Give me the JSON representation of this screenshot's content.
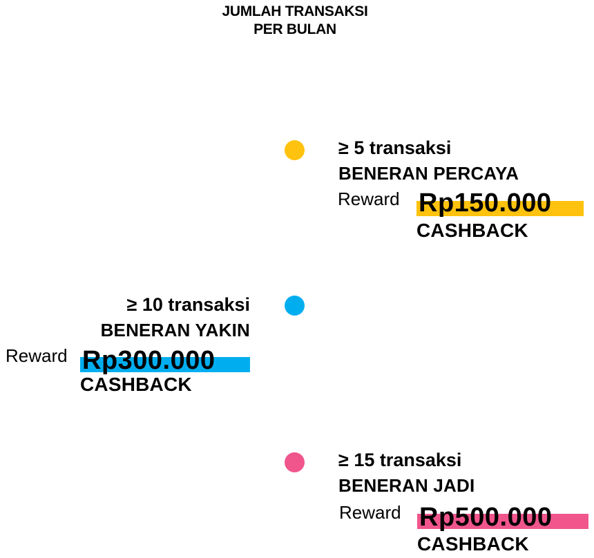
{
  "header": {
    "title_line1": "JUMLAH TRANSAKSI",
    "title_line2": "PER BULAN"
  },
  "tiers": [
    {
      "threshold": "≥ 5 transaksi",
      "name": "BENERAN PERCAYA",
      "reward_label": "Reward",
      "amount": "Rp150.000",
      "cashback": "CASHBACK",
      "color": "#FFC20E"
    },
    {
      "threshold": "≥ 10 transaksi",
      "name": "BENERAN YAKIN",
      "reward_label": "Reward",
      "amount": "Rp300.000",
      "cashback": "CASHBACK",
      "color": "#00AEEF"
    },
    {
      "threshold": "≥ 15 transaksi",
      "name": "BENERAN JADI",
      "reward_label": "Reward",
      "amount": "Rp500.000",
      "cashback": "CASHBACK",
      "color": "#F0558C"
    }
  ]
}
